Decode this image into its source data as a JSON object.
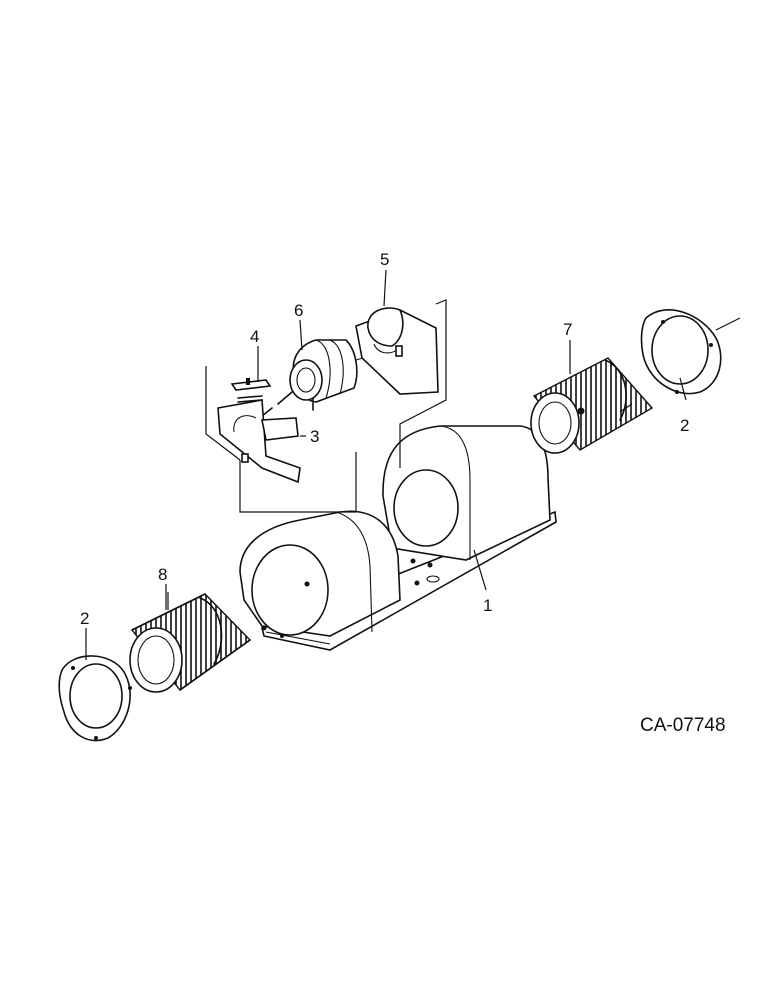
{
  "callouts": {
    "c1": "1",
    "c2_left": "2",
    "c2_right": "2",
    "c3": "3",
    "c4": "4",
    "c5": "5",
    "c6": "6",
    "c7": "7",
    "c8": "8"
  },
  "drawing_code": "CA-07748"
}
